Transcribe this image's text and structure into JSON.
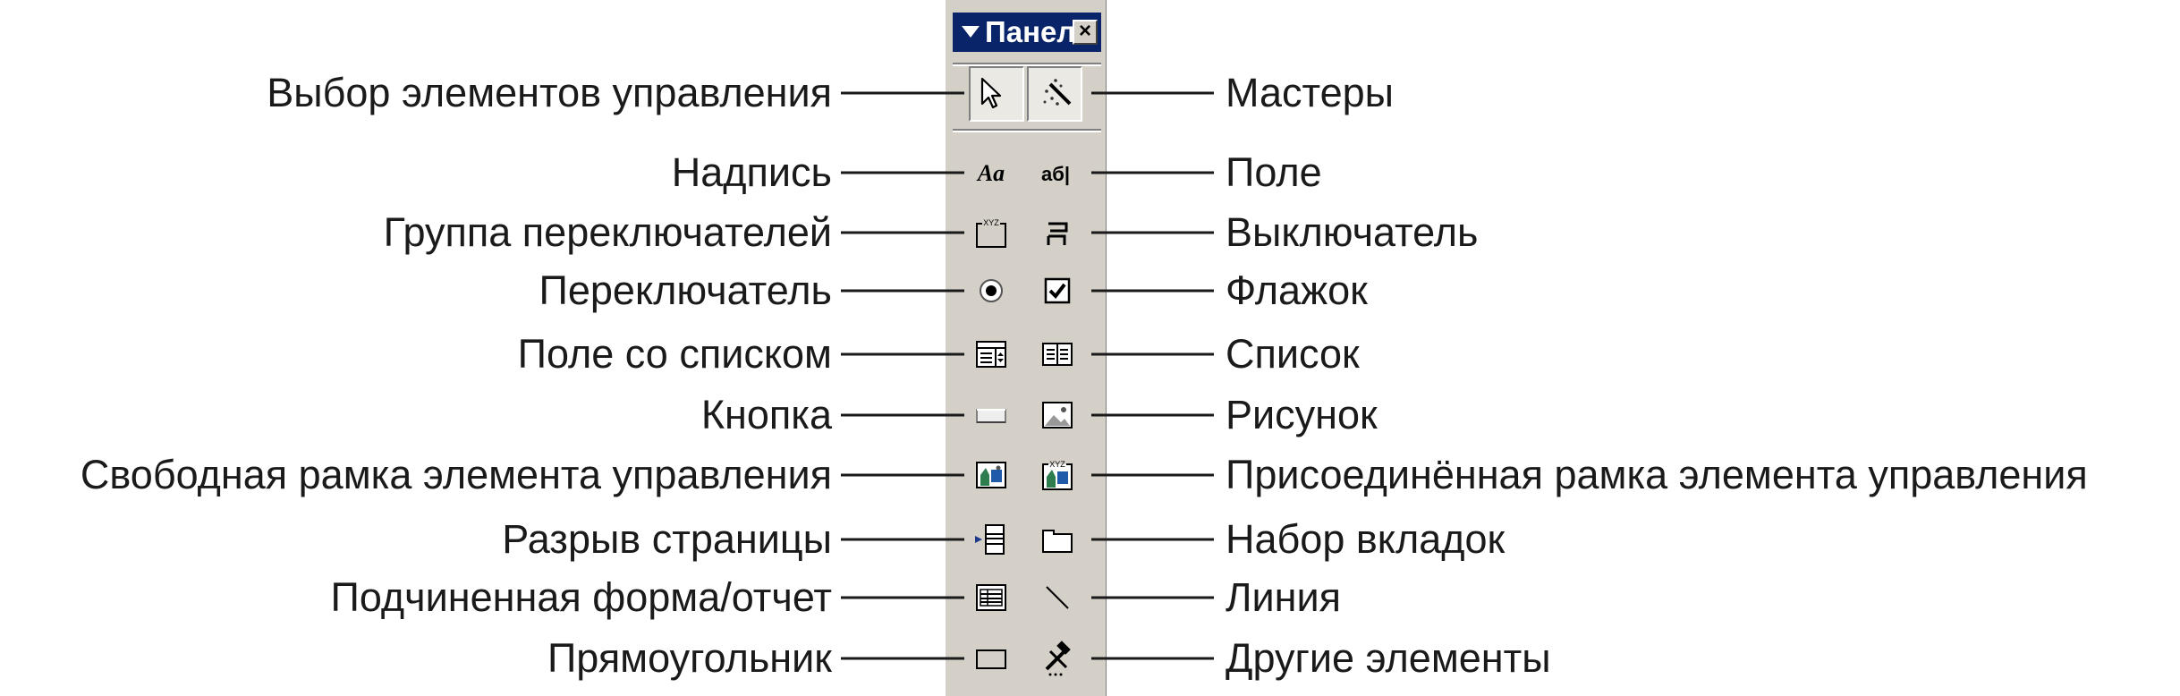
{
  "toolbar": {
    "title": "Панель элементов",
    "close_glyph": "×"
  },
  "labels": {
    "left": [
      "Выбор элементов управления",
      "Надпись",
      "Группа переключателей",
      "Переключатель",
      "Поле со списком",
      "Кнопка",
      "Свободная рамка элемента управления",
      "Разрыв страницы",
      "Подчиненная форма/отчет",
      "Прямоугольник"
    ],
    "right": [
      "Мастеры",
      "Поле",
      "Выключатель",
      "Флажок",
      "Список",
      "Рисунок",
      "Присоединённая рамка элемента управления",
      "Набор вкладок",
      "Линия",
      "Другие элементы"
    ]
  },
  "icons": {
    "left": [
      "pointer-icon",
      "label-icon",
      "option-group-icon",
      "option-button-icon",
      "combo-box-icon",
      "command-button-icon",
      "unbound-object-frame-icon",
      "page-break-icon",
      "subform-icon",
      "rectangle-icon"
    ],
    "right": [
      "wizard-icon",
      "text-box-icon",
      "toggle-button-icon",
      "check-box-icon",
      "list-box-icon",
      "image-icon",
      "bound-object-frame-icon",
      "tab-control-icon",
      "line-icon",
      "more-controls-icon"
    ],
    "label_icon_text": "Aa",
    "text_box_icon_text": "аб|",
    "frame_icon_text": "XYZ"
  },
  "colors": {
    "title_bar": "#0a246a",
    "toolbar_face": "#d4d0c8",
    "callout_line": "#1a1a1a"
  }
}
